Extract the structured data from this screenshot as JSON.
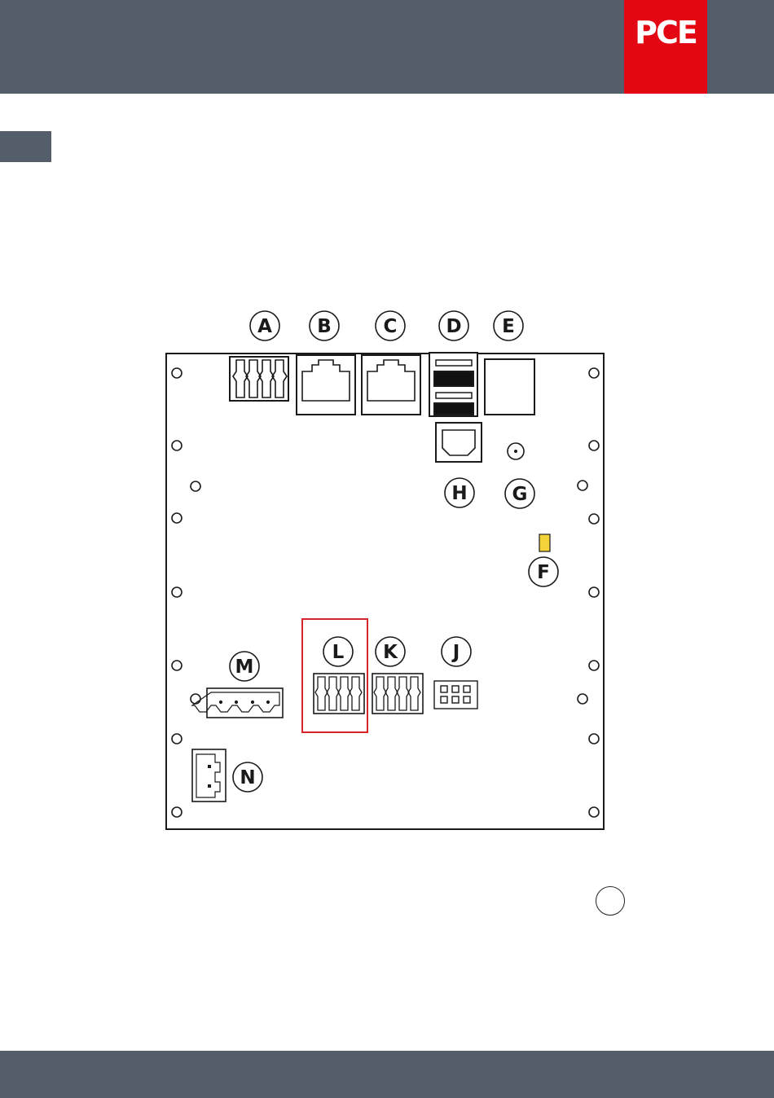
{
  "header": {
    "logo_text": "PCE",
    "bg_color": "#545e6a",
    "logo_color": "#e30613"
  },
  "diagram": {
    "callouts": {
      "a": "A",
      "b": "B",
      "c": "C",
      "d": "D",
      "e": "E",
      "f": "F",
      "g": "G",
      "h": "H",
      "j": "J",
      "k": "K",
      "l": "L",
      "m": "M",
      "n": "N"
    },
    "highlight_color": "#d9232d",
    "led_color": "#f3d23a"
  },
  "footer": {
    "page_number": ""
  }
}
